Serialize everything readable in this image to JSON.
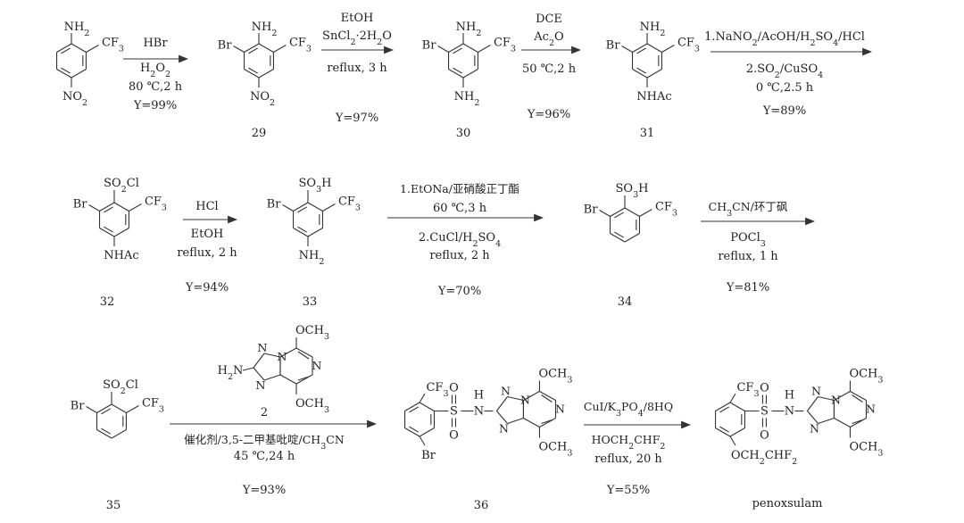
{
  "compounds": [
    {
      "id": "c28",
      "number": "",
      "labels": [
        "NH2",
        "CF3",
        "NO2"
      ]
    },
    {
      "id": "c29",
      "number": "29",
      "labels": [
        "NH2",
        "Br",
        "CF3",
        "NO2"
      ]
    },
    {
      "id": "c30",
      "number": "30",
      "labels": [
        "NH2",
        "Br",
        "CF3",
        "NH2"
      ]
    },
    {
      "id": "c31",
      "number": "31",
      "labels": [
        "NH2",
        "Br",
        "CF3",
        "NHAc"
      ]
    },
    {
      "id": "c32",
      "number": "32",
      "labels": [
        "SO2Cl",
        "Br",
        "CF3",
        "NHAc"
      ]
    },
    {
      "id": "c33",
      "number": "33",
      "labels": [
        "SO3H",
        "Br",
        "CF3",
        "NH2"
      ]
    },
    {
      "id": "c34",
      "number": "34",
      "labels": [
        "SO3H",
        "Br",
        "CF3"
      ]
    },
    {
      "id": "c35",
      "number": "35",
      "labels": [
        "SO2Cl",
        "Br",
        "CF3"
      ]
    },
    {
      "id": "c36",
      "number": "36",
      "labels": [
        "CF3",
        "H",
        "N",
        "N",
        "N",
        "N",
        "OCH3",
        "N",
        "Br",
        "OCH3",
        "S",
        "O",
        "O"
      ]
    },
    {
      "id": "cpen",
      "number": "penoxsulam",
      "labels": [
        "CF3",
        "H",
        "N",
        "N",
        "N",
        "N",
        "OCH3",
        "N",
        "OCH2CHF2",
        "OCH3",
        "S",
        "O",
        "O"
      ]
    },
    {
      "id": "c2",
      "number": "2",
      "labels": [
        "OCH3",
        "H2N",
        "N",
        "N",
        "N",
        "N",
        "OCH3"
      ]
    }
  ],
  "steps": [
    {
      "id": "s1",
      "above": [
        "HBr"
      ],
      "below": [
        "H2O2",
        "80 ℃,2 h",
        "Y=99%"
      ]
    },
    {
      "id": "s2",
      "above": [
        "EtOH",
        "SnCl2·2H2O"
      ],
      "below": [
        "reflux, 3 h",
        "Y=97%"
      ]
    },
    {
      "id": "s3",
      "above": [
        "DCE",
        "Ac2O"
      ],
      "below": [
        "50 ℃,2 h",
        "Y=96%"
      ]
    },
    {
      "id": "s4",
      "above": [
        "1.NaNO2/AcOH/H2SO4/HCl"
      ],
      "below": [
        "2.SO2/CuSO4",
        "0 ℃,2.5 h",
        "Y=89%"
      ]
    },
    {
      "id": "s5",
      "above": [
        "HCl"
      ],
      "below": [
        "EtOH",
        "reflux, 2 h",
        "Y=94%"
      ]
    },
    {
      "id": "s6",
      "above": [
        "1.EtONa/亚硝酸正丁酯",
        "60 ℃,3 h"
      ],
      "below": [
        "2.CuCl/H2SO4",
        "reflux, 2 h",
        "Y=70%"
      ]
    },
    {
      "id": "s7",
      "above": [
        "CH3CN/环丁砜"
      ],
      "below": [
        "POCl3",
        "reflux, 1 h",
        "Y=81%"
      ]
    },
    {
      "id": "s8",
      "above": [],
      "below": [
        "催化剂/3,5-二甲基吡啶/CH3CN",
        "45 ℃,24 h",
        "Y=93%"
      ]
    },
    {
      "id": "s9",
      "above": [
        "CuI/K3PO4/8HQ"
      ],
      "below": [
        "HOCH2CHF2",
        "reflux, 20 h",
        "Y=55%"
      ]
    }
  ]
}
